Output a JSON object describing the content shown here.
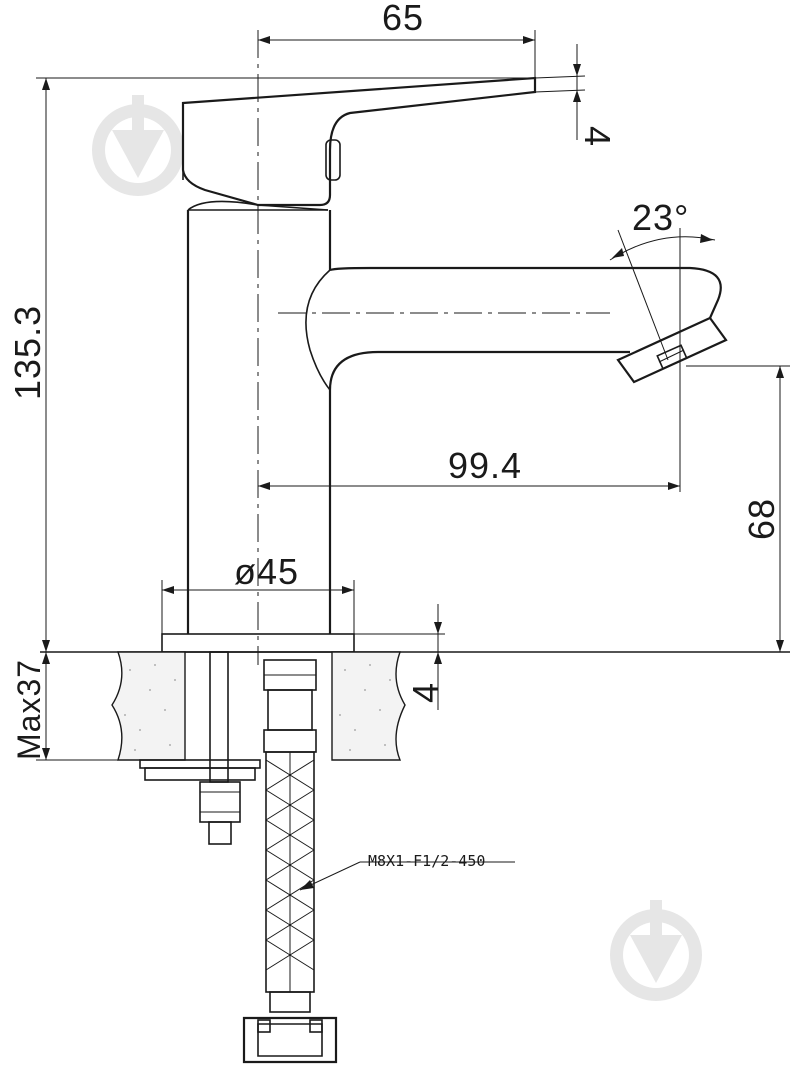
{
  "dimensions": {
    "top_offset": "65",
    "lever_thickness": "4",
    "spout_angle": "23°",
    "spout_reach": "99.4",
    "spout_height": "68",
    "total_height": "135.3",
    "base_diameter": "ø45",
    "base_plate_thickness": "4",
    "max_counter_thickness": "Max37"
  },
  "callouts": {
    "hose_spec": "M8X1-F1/2-450"
  },
  "colors": {
    "line": "#1a1a1a",
    "background": "#ffffff",
    "watermark": "#e6e6e6"
  }
}
